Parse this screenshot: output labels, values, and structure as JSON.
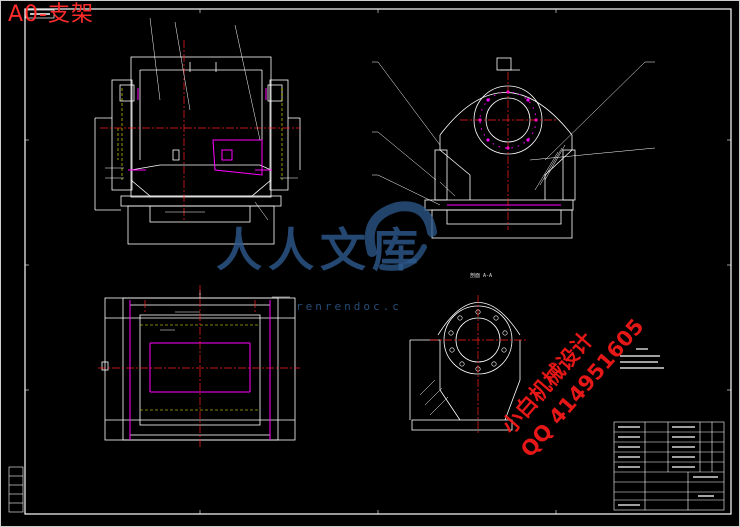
{
  "drawing": {
    "title": "A0-支架",
    "watermark_logo": "人人文库",
    "watermark_url": "renrendoc.c",
    "watermark_line1": "小白机械设计",
    "watermark_line2": "QQ 414951605",
    "section_label": "剖面 A-A"
  },
  "colors": {
    "background": "#000000",
    "line": "#ffffff",
    "accent": "#ff00ff",
    "hidden": "#ffff00",
    "center": "#ff2020",
    "watermark": "#ff1a1a",
    "logo": "#2e5a8e"
  }
}
